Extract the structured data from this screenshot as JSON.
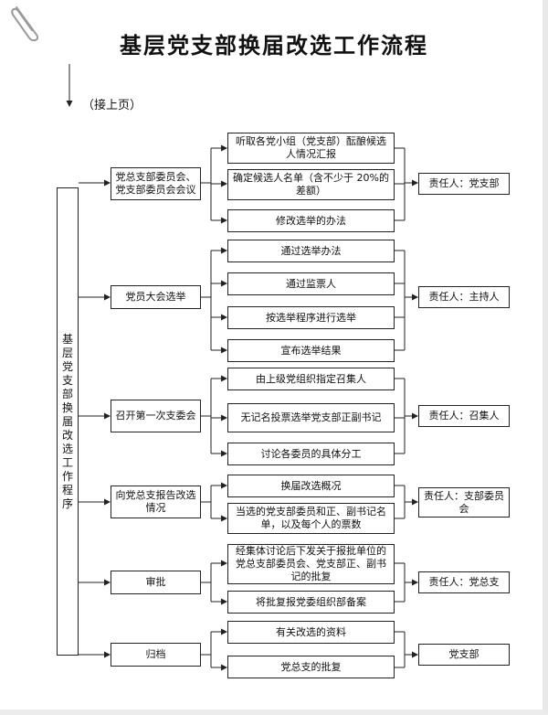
{
  "title": "基层党支部换届改选工作流程",
  "continued": "（接上页）",
  "main_label": "基层党支部换届改选工作程序",
  "stages": [
    {
      "label": "党总支部委员会、党支部委员会会议",
      "steps": [
        "听取各党小组（党支部）酝酿候选人情况汇报",
        "确定候选人名单（含不少于 20%的差额）",
        "修改选举的办法"
      ],
      "responsible": "责任人：党支部"
    },
    {
      "label": "党员大会选举",
      "steps": [
        "通过选举办法",
        "通过监票人",
        "按选举程序进行选举",
        "宣布选举结果"
      ],
      "responsible": "责任人：主持人"
    },
    {
      "label": "召开第一次支委会",
      "steps": [
        "由上级党组织指定召集人",
        "无记名投票选举党支部正副书记",
        "讨论各委员的具体分工"
      ],
      "responsible": "责任人：召集人"
    },
    {
      "label": "向党总支报告改选情况",
      "steps": [
        "换届改选概况",
        "当选的党支部委员和正、副书记名单，以及每个人的票数"
      ],
      "responsible": "责任人：支部委员会"
    },
    {
      "label": "审批",
      "steps": [
        "经集体讨论后下发关于报批单位的党总支部委员会、党支部正、副书记的批复",
        "将批复报党委组织部备案"
      ],
      "responsible": "责任人：党总支"
    },
    {
      "label": "归档",
      "steps": [
        "有关改选的资料",
        "党总支的批复"
      ],
      "responsible": "党支部"
    }
  ]
}
